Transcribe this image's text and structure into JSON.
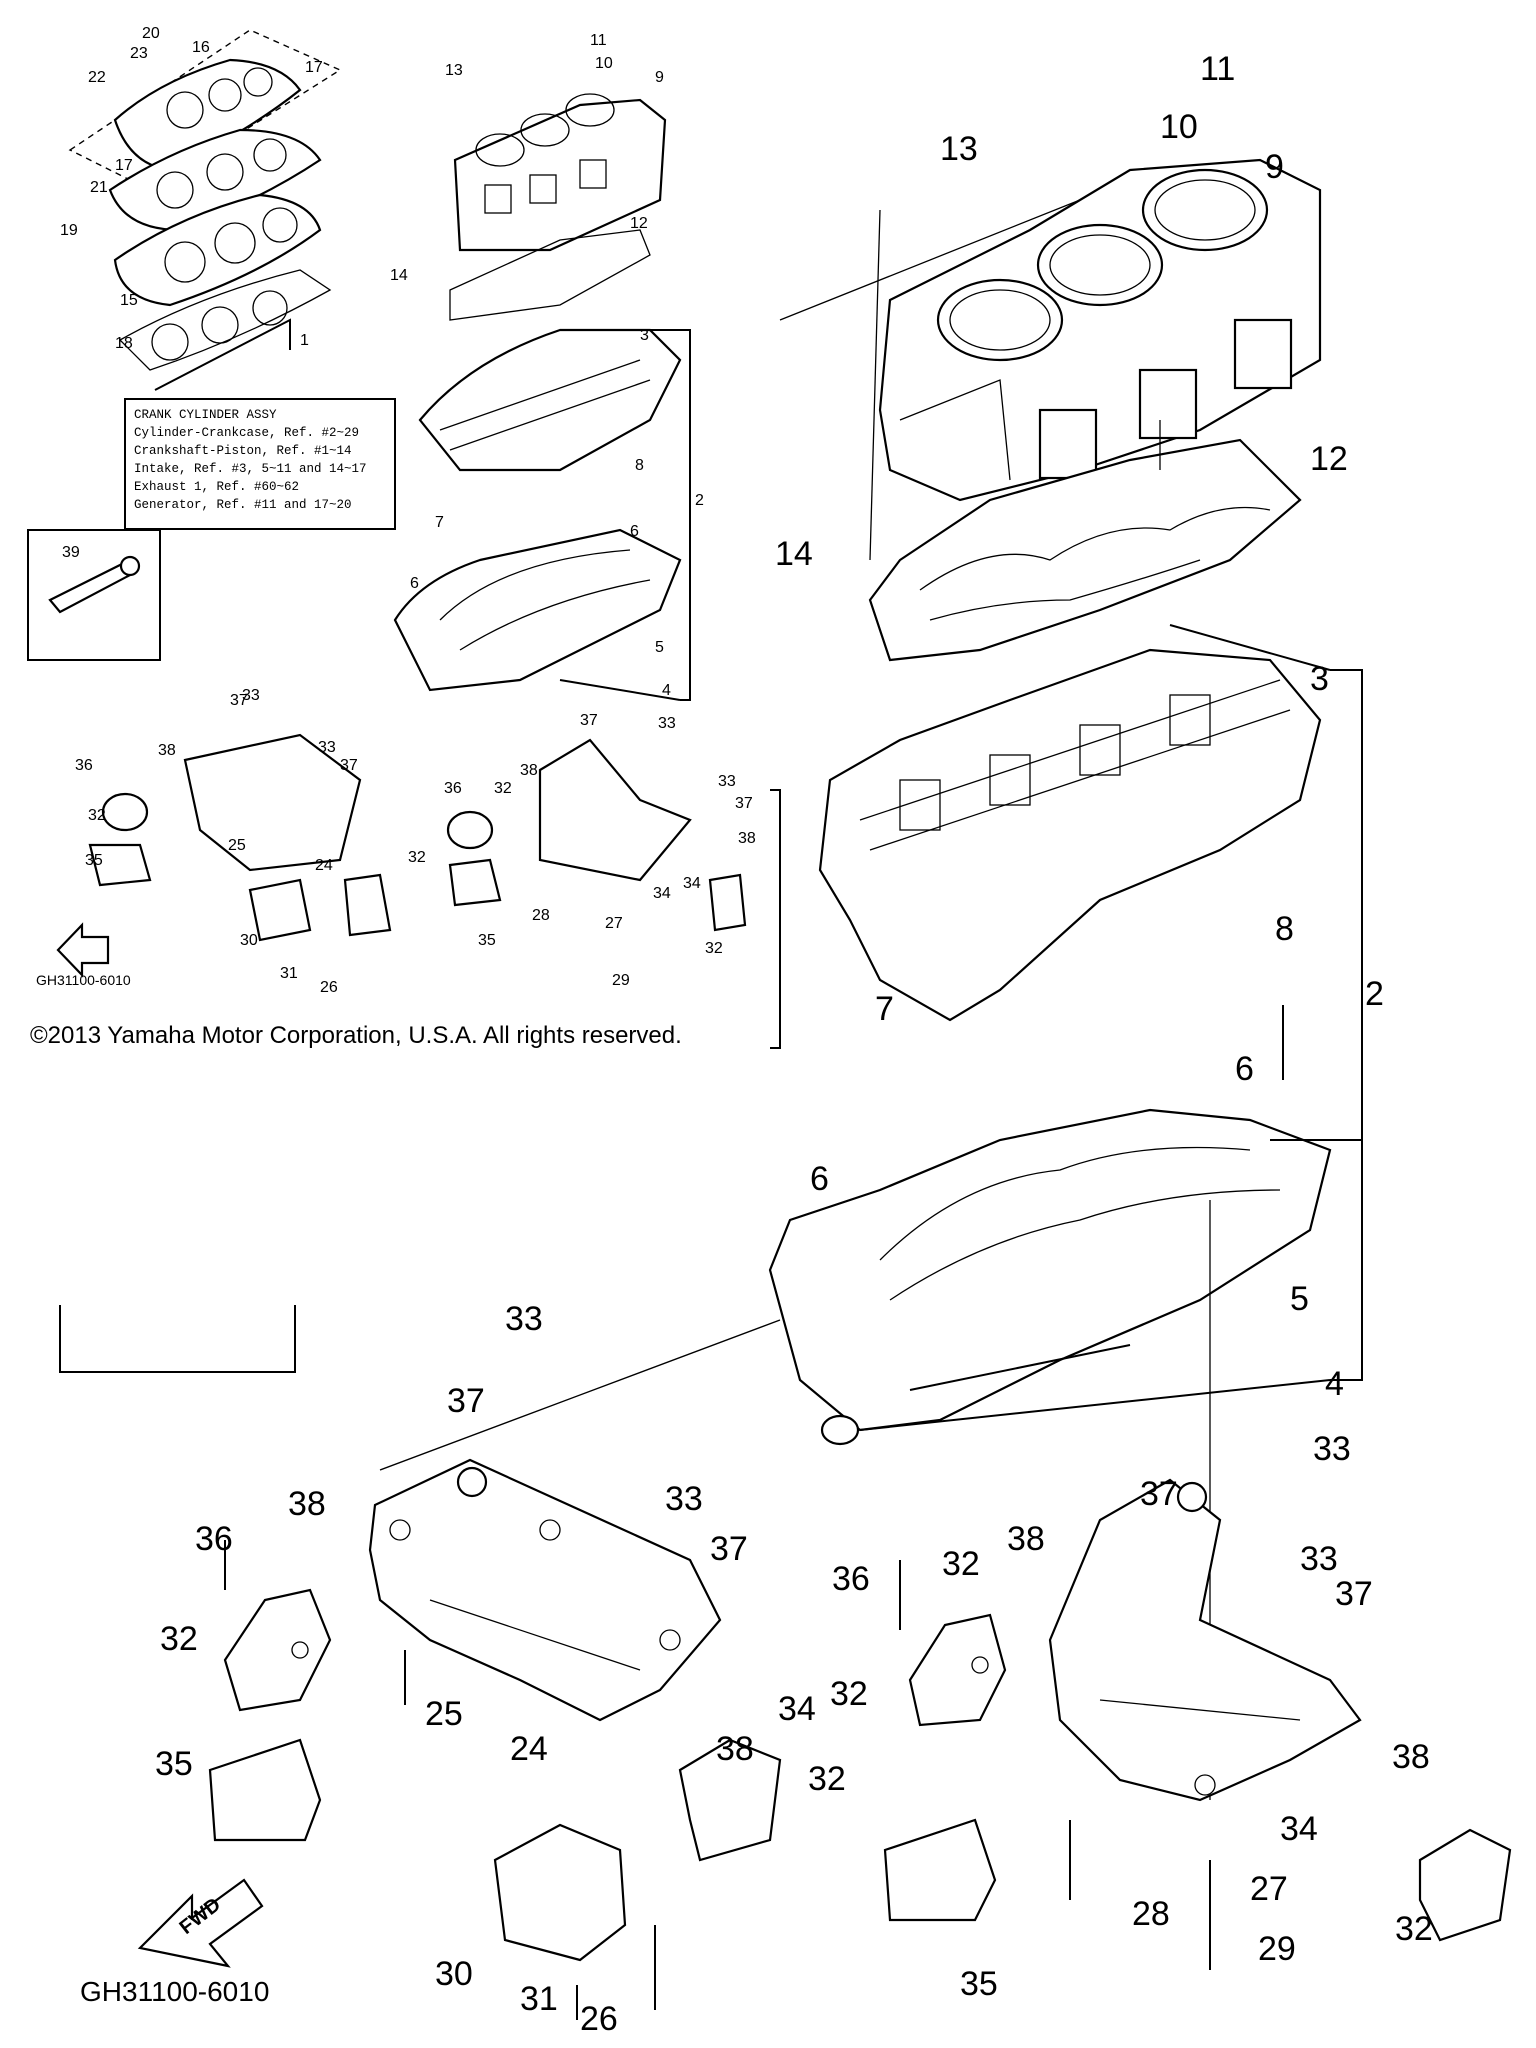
{
  "legend": {
    "title": "CRANK CYLINDER ASSY",
    "lines": [
      "Cylinder-Crankcase, Ref. #2~29",
      "Crankshaft-Piston, Ref. #1~14",
      "Intake, Ref. #3, 5~11 and 14~17",
      "Exhaust 1, Ref. #60~62",
      "Generator, Ref. #11 and 17~20"
    ]
  },
  "copyright": "©2013 Yamaha Motor Corporation, U.S.A. All rights reserved.",
  "diagram_code_small": "GH31100-6010",
  "diagram_code_large": "GH31100-6010",
  "fwd_label": "FWD",
  "big_labels": [
    "11",
    "10",
    "13",
    "9",
    "12",
    "14",
    "3",
    "2",
    "8",
    "7",
    "6",
    "6",
    "5",
    "4",
    "33",
    "37",
    "33",
    "37",
    "36",
    "38",
    "32",
    "25",
    "24",
    "35",
    "38",
    "34",
    "32",
    "30",
    "31",
    "26",
    "37",
    "33",
    "33",
    "37",
    "36",
    "32",
    "38",
    "32",
    "35",
    "28",
    "27",
    "29",
    "38",
    "34",
    "32"
  ],
  "small_labels": [
    "20",
    "16",
    "23",
    "22",
    "17",
    "21",
    "17",
    "19",
    "15",
    "18",
    "1",
    "11",
    "10",
    "13",
    "9",
    "12",
    "14",
    "3",
    "8",
    "7",
    "2",
    "39",
    "6",
    "6",
    "5",
    "4",
    "37",
    "33",
    "33",
    "37",
    "36",
    "38",
    "32",
    "25",
    "24",
    "35",
    "30",
    "31",
    "26",
    "37",
    "33",
    "36",
    "32",
    "38",
    "33",
    "37",
    "34",
    "32",
    "38",
    "35",
    "28",
    "27",
    "29",
    "34",
    "32"
  ]
}
